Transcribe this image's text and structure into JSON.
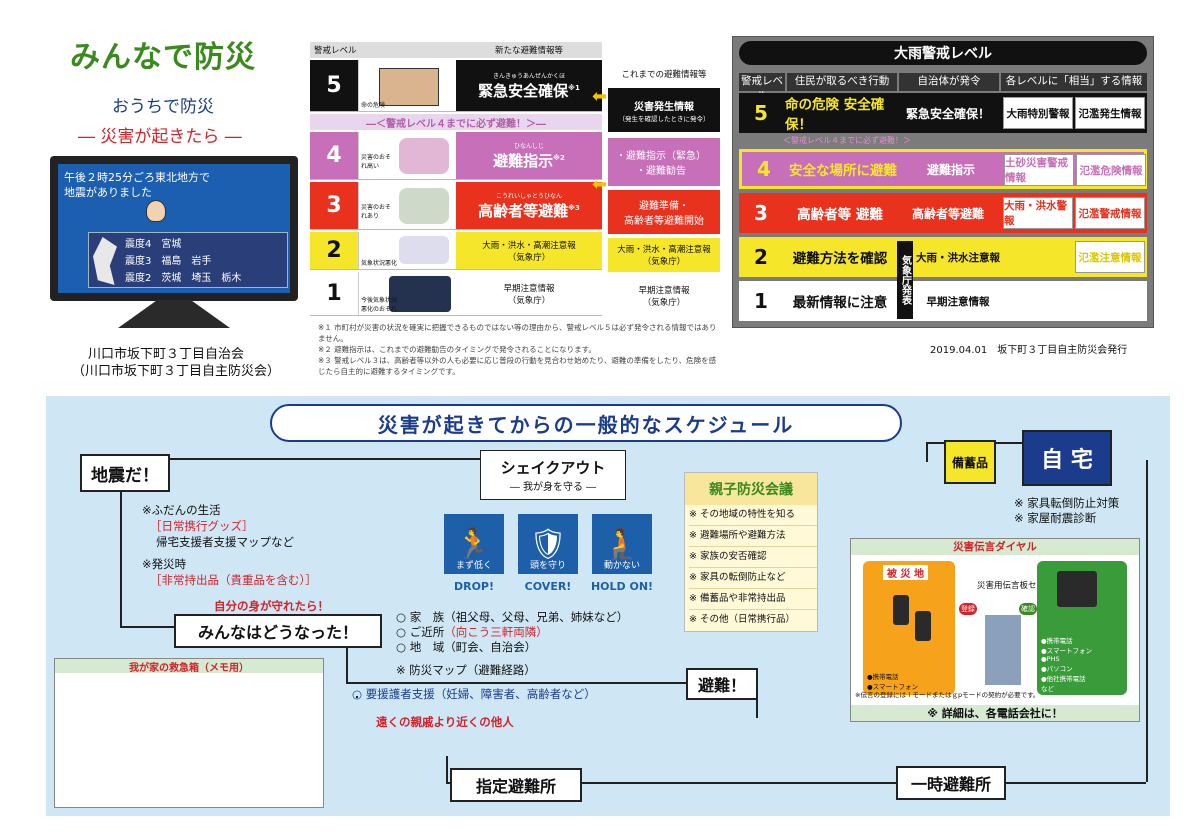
{
  "header": {
    "title": "みんなで防災",
    "sub1": "おうちで防災",
    "sub2": "― 災害が起きたら ―",
    "org1": "川口市坂下町３丁目自治会",
    "org2": "（川口市坂下町３丁目自主防災会）"
  },
  "tv": {
    "line1": "午後２時25分ごろ東北地方で",
    "line2": "地震がありました",
    "rows": [
      {
        "level": "震度4",
        "place": "宮城",
        "place2": ""
      },
      {
        "level": "震度3",
        "place": "福島",
        "place2": "岩手"
      },
      {
        "level": "震度2",
        "place": "茨城",
        "place2": "埼玉　栃木"
      }
    ]
  },
  "mid": {
    "col1": "警戒レベル",
    "col2": "新たな避難情報等",
    "col_old": "これまでの避難情報等",
    "banner": "―＜警戒レベル４までに必ず避難！＞―",
    "rows": [
      {
        "level": "5",
        "ruby": "きんきゅうあんぜんかくほ",
        "label": "緊急安全確保",
        "mark": "※1",
        "old": "災害発生情報",
        "old_sub": "（発生を確認したときに発令）",
        "ill": "命の危険"
      },
      {
        "level": "4",
        "ruby": "ひなんしじ",
        "label": "避難指示",
        "mark": "※2",
        "old": "・避難指示（緊急）\n・避難勧告",
        "old_sub": "",
        "ill": "災害のおそれ高い"
      },
      {
        "level": "3",
        "ruby": "こうれいしゃとうひなん",
        "label": "高齢者等避難",
        "mark": "※3",
        "old": "避難準備・\n高齢者等避難開始",
        "old_sub": "",
        "ill": "災害のおそれあり"
      },
      {
        "level": "2",
        "ruby": "",
        "label": "大雨・洪水・高潮注意報\n（気象庁）",
        "mark": "",
        "old": "大雨・洪水・高潮注意報\n（気象庁）",
        "old_sub": "",
        "ill": "気象状況悪化"
      },
      {
        "level": "1",
        "ruby": "",
        "label": "早期注意情報\n（気象庁）",
        "mark": "",
        "old": "早期注意情報\n（気象庁）",
        "old_sub": "",
        "ill": "今後気象状況悪化のおそれ"
      }
    ],
    "notes": [
      "※１ 市町村が災害の状況を確実に把握できるものではない等の理由から、警戒レベル５は必ず発令される情報ではありません。",
      "※２ 避難指示は、これまでの避難勧告のタイミングで発令されることになります。",
      "※３ 警戒レベル３は、高齢者等以外の人も必要に応じ普段の行動を見合わせ始めたり、避難の準備をしたり、危険を感じたら自主的に避難するタイミングです。"
    ]
  },
  "right": {
    "title": "大雨警戒レベル",
    "headers": [
      "警戒レベル",
      "住民が取るべき行動",
      "自治体が発令",
      "各レベルに「相当」する情報"
    ],
    "banner": "＜警戒レベル４までに必ず避難！＞",
    "jma": "気象庁発表",
    "rows": [
      {
        "level": "5",
        "action": "命の危険 安全確保！",
        "city": "緊急安全確保！",
        "info1": "大雨特別警報",
        "info2": "氾濫発生情報"
      },
      {
        "level": "4",
        "action": "安全な場所に避難",
        "city": "避難指示",
        "info1": "土砂災害警戒情報",
        "info2": "氾濫危険情報"
      },
      {
        "level": "3",
        "action": "高齢者等 避難",
        "city": "高齢者等避難",
        "info1": "大雨・洪水警報",
        "info2": "氾濫警戒情報"
      },
      {
        "level": "2",
        "action": "避難方法を確認",
        "city": "大雨・洪水注意報",
        "info1": "",
        "info2": "氾濫注意情報"
      },
      {
        "level": "1",
        "action": "最新情報に注意",
        "city": "早期注意情報",
        "info1": "",
        "info2": ""
      }
    ],
    "date": "2019.04.01　坂下町３丁目自主防災会発行"
  },
  "schedule": {
    "title": "災害が起きてからの一般的なスケジュール",
    "quake": "地震だ！",
    "shake_title": "シェイクアウト",
    "shake_sub": "― 我が身を守る ―",
    "icons": [
      {
        "jp": "まず低く",
        "en": "DROP!"
      },
      {
        "jp": "頭を守り",
        "en": "COVER!"
      },
      {
        "jp": "動かない",
        "en": "HOLD ON!"
      }
    ],
    "daily_head": "※ふだんの生活",
    "daily_item": "［日常携行グッズ］",
    "daily_item2": "帰宅支援者支援マップなど",
    "disaster_head": "※発災時",
    "disaster_item": "［非常持出品（貴重品を含む）］",
    "safe_msg": "自分の身が守れたら！",
    "everyone": "みんなはどうなった！",
    "family": "○ 家　族（祖父母、父母、兄弟、姉妹など）",
    "neighbor": "○ ご近所",
    "neighbor_red": "（向こう三軒両隣）",
    "area": "○ 地　域（町会、自治会）",
    "map": "※ 防災マップ（避難経路）",
    "support": "○ 要援護者支援（妊婦、障害者、高齢者など）",
    "proverb": "遠くの親戚より近くの他人",
    "evac": "避難！",
    "shelter": "指定避難所",
    "temp": "一時避難所",
    "memo_title": "我が家の救急箱（メモ用）",
    "family_meet": {
      "title": "親子防災会議",
      "items": [
        "※ その地域の特性を知る",
        "※ 避難場所や避難方法",
        "※ 家族の安否確認",
        "※ 家具の転倒防止など",
        "※ 備蓄品や非常持出品",
        "※ その他（日常携行品）"
      ]
    },
    "stock": "備蓄品",
    "home": "自 宅",
    "home_note1": "※ 家具転倒防止対策",
    "home_note2": "※ 家屋耐震診断",
    "dial": {
      "title": "災害伝言ダイヤル",
      "area": "被 災 地",
      "center": "災害用伝言板センター",
      "reg": "登録",
      "conf": "確認",
      "left_list": "●携帯電話\n●スマートフォン",
      "right_list": "●携帯電話\n●スマートフォン\n●PHS\n●パソコン\n●他社携帯電話\nなど",
      "note": "※伝言の登録にはｉモードまたはｇpモードの契約が必要です。",
      "footer": "※ 詳細は、各電話会社に！"
    }
  },
  "colors": {
    "l5": "#111111",
    "l4": "#c86fb9",
    "l3": "#e8321e",
    "l2": "#f5e62a",
    "l1": "#ffffff",
    "panel": "#cfe7f5"
  }
}
